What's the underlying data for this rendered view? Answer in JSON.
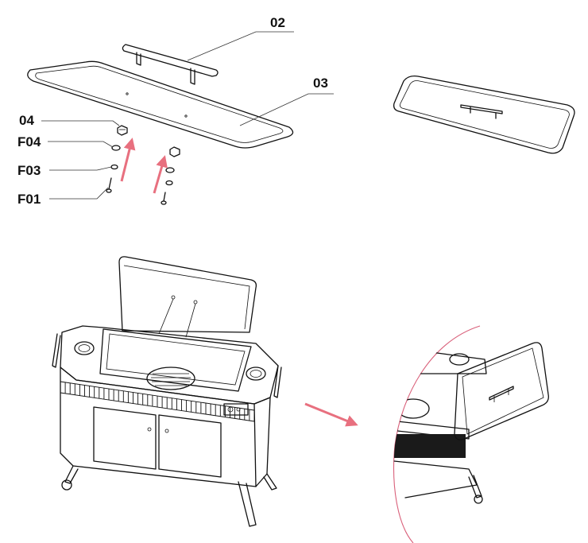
{
  "diagram": {
    "callouts": {
      "c02": "02",
      "c03": "03",
      "c04": "04",
      "cF04": "F04",
      "cF03": "F03",
      "cF01": "F01"
    },
    "colors": {
      "line": "#111111",
      "arrow": "#e8707f",
      "background": "#ffffff"
    }
  }
}
